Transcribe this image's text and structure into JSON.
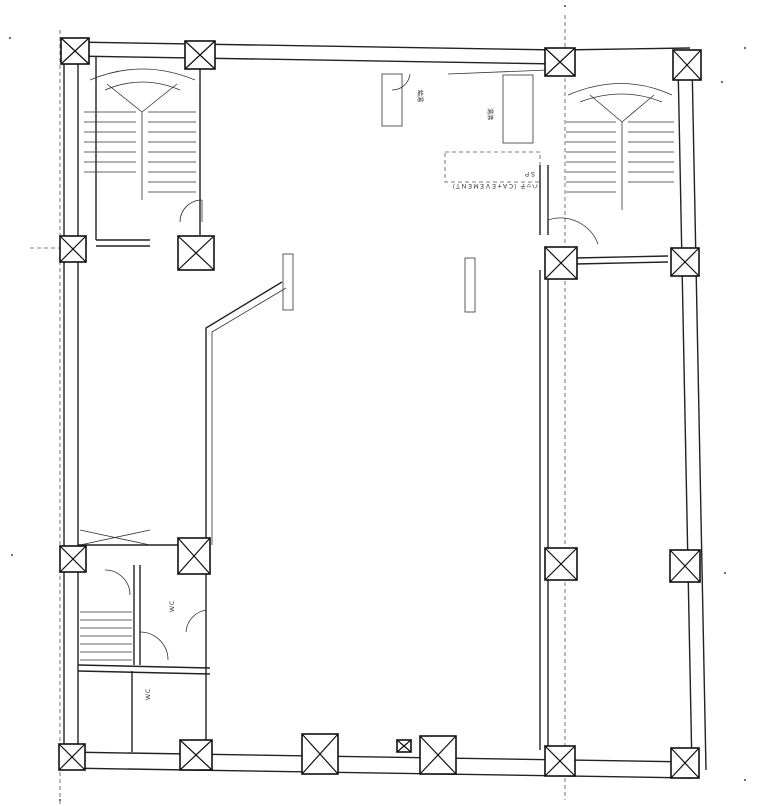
{
  "drawing": {
    "labels": {
      "top_room": "給湯",
      "utility": "湯沸",
      "note": "ハッチ（ＣＡ+ＥＶＥＭＥＮＴ）",
      "note_small": "ＳＰ",
      "lower_room_a": "ＷＣ",
      "lower_room_b": "ＷＣ"
    }
  }
}
